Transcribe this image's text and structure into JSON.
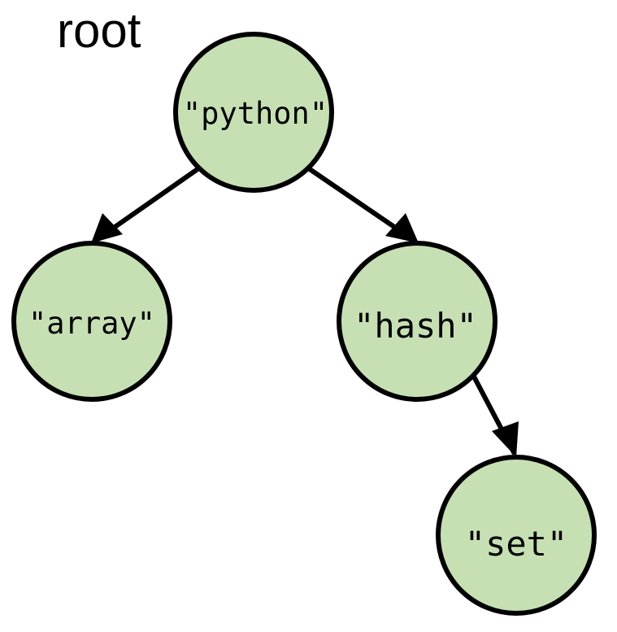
{
  "root_label": "root",
  "nodes": {
    "python": {
      "label": "\"python\""
    },
    "array": {
      "label": "\"array\""
    },
    "hash": {
      "label": "\"hash\""
    },
    "set": {
      "label": "\"set\""
    }
  },
  "edges": [
    {
      "from": "python",
      "to": "array"
    },
    {
      "from": "python",
      "to": "hash"
    },
    {
      "from": "hash",
      "to": "set"
    }
  ],
  "colors": {
    "node_fill": "#c6e0b4",
    "node_stroke": "#000000",
    "edge": "#000000"
  }
}
